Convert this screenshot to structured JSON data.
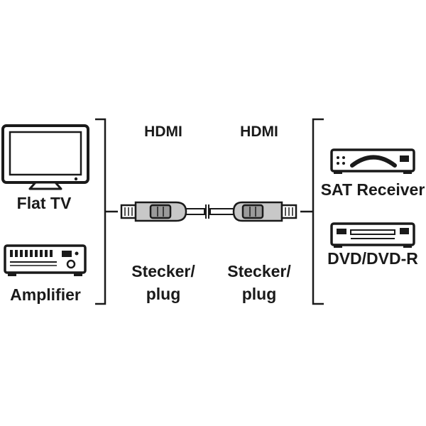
{
  "left_devices": [
    {
      "label": "Flat TV",
      "icon": "flat-tv-icon"
    },
    {
      "label": "Amplifier",
      "icon": "amplifier-icon"
    }
  ],
  "right_devices": [
    {
      "label": "SAT Receiver",
      "icon": "sat-receiver-icon"
    },
    {
      "label": "DVD/DVD-R",
      "icon": "dvd-player-icon"
    }
  ],
  "cable": {
    "left_end": {
      "type": "HDMI",
      "connector_line1": "Stecker/",
      "connector_line2": "plug"
    },
    "right_end": {
      "type": "HDMI",
      "connector_line1": "Stecker/",
      "connector_line2": "plug"
    },
    "icon": "hdmi-cable-icon"
  },
  "colors": {
    "ink": "#1a1a1a",
    "plug_grey": "#c8c8c8",
    "background": "#ffffff"
  }
}
